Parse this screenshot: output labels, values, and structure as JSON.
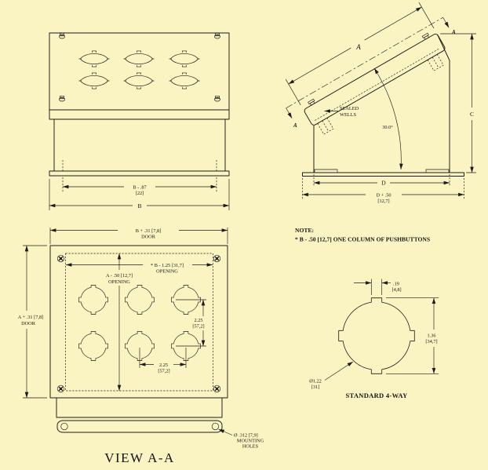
{
  "colors": {
    "background": "#faf4c2",
    "line": "#1b1b1b"
  },
  "front_view": {
    "dim_inner": "B - .87",
    "dim_inner_metric": "[22]",
    "dim_outer": "B"
  },
  "side_view": {
    "dim_slope": "A",
    "section_label_top": "A",
    "section_label_bottom": "A",
    "sealed_wells_line1": "SEALED",
    "sealed_wells_line2": "WELLS",
    "angle": "30.0°",
    "dim_height": "C",
    "dim_base": "D",
    "dim_base_outer": "D + .50",
    "dim_base_outer_metric": "[12,7]"
  },
  "note": {
    "heading": "NOTE:",
    "text": "* B - .50 [12,7] ONE COLUMN OF PUSHBUTTONS"
  },
  "view_aa": {
    "title": "VIEW A-A",
    "dim_top": "B + .31 [7,8]",
    "dim_top_sub": "DOOR",
    "dim_left": "A + .31 [7,8]",
    "dim_left_sub": "DOOR",
    "dim_opening_w": "* B - 1.25 [31,7]",
    "dim_opening_w_sub": "OPENING",
    "dim_opening_h": "A - .50 [12,7]",
    "dim_opening_h_sub": "OPENING",
    "dim_v_spacing": "2.25",
    "dim_v_spacing_metric": "[57,2]",
    "dim_h_spacing": "2.25",
    "dim_h_spacing_metric": "[57,2]",
    "mounting_dia": "Ø .312 [7,9]",
    "mounting_line2": "MOUNTING",
    "mounting_line3": "HOLES"
  },
  "detail": {
    "caption": "STANDARD 4-WAY",
    "notch_width": ".19",
    "notch_width_metric": "[4,8]",
    "overall": "1.36",
    "overall_metric": "[34,7]",
    "diameter": "Ø1.22",
    "diameter_metric": "[31]"
  }
}
